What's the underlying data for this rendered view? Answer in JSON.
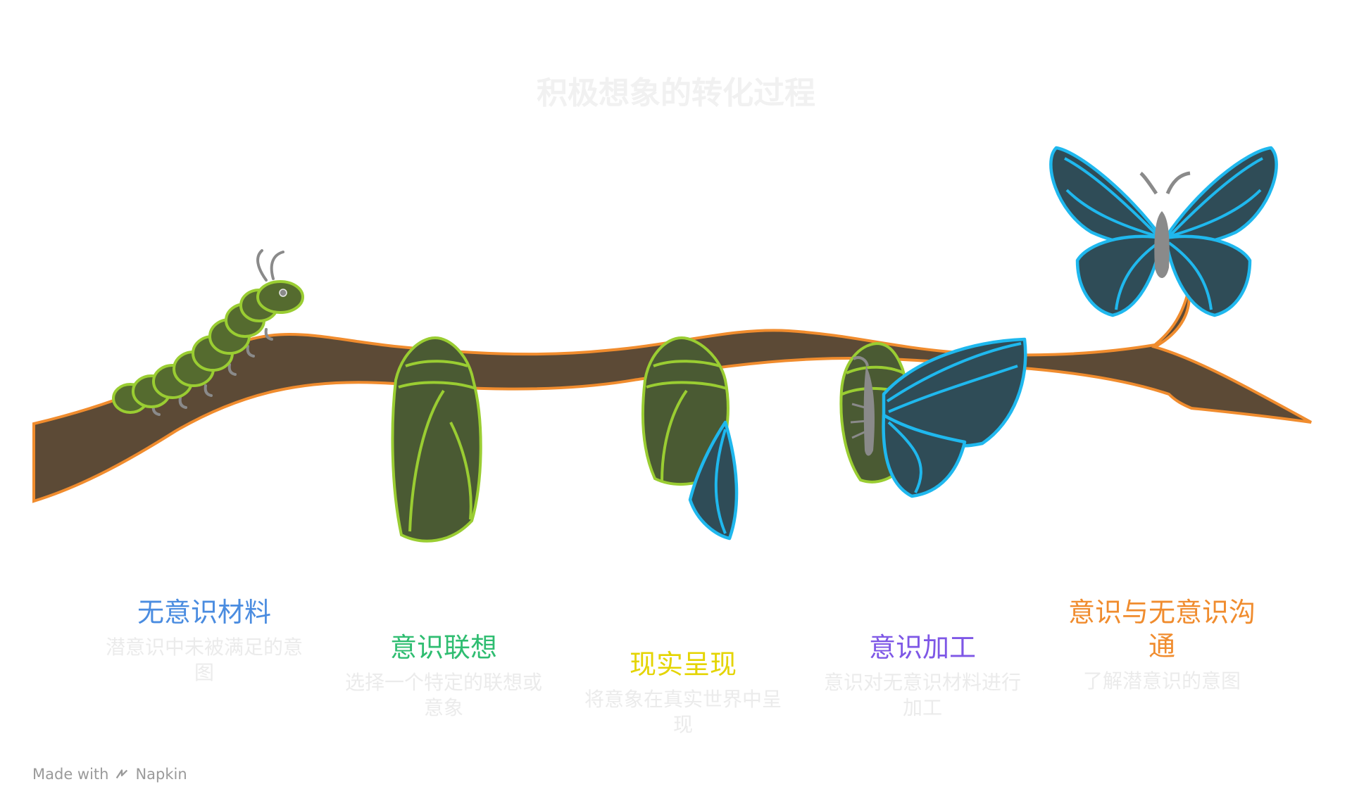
{
  "title": "积极想象的转化过程",
  "colors": {
    "branch": "#5c4a36",
    "branch_outline": "#f08c2e",
    "caterpillar": "#556b2f",
    "caterpillar_outline": "#9acd32",
    "chrysalis": "#4a5a33",
    "chrysalis_outline": "#9acd32",
    "wing": "#2f4c57",
    "wing_outline": "#1fb8ee",
    "antenna": "#8a8a8a"
  },
  "stages": [
    {
      "title": "无意识材料",
      "desc": "潜意识中未被满足的意图",
      "color": "#4a8ce0"
    },
    {
      "title": "意识联想",
      "desc": "选择一个特定的联想或意象",
      "color": "#2fbd71"
    },
    {
      "title": "现实呈现",
      "desc": "将意象在真实世界中呈现",
      "color": "#e4d400"
    },
    {
      "title": "意识加工",
      "desc": "意识对无意识材料进行加工",
      "color": "#7e57e6"
    },
    {
      "title": "意识与无意识沟通",
      "desc": "了解潜意识的意图",
      "color": "#f08c2e"
    }
  ],
  "footer": {
    "made_with": "Made with",
    "brand": "Napkin"
  }
}
